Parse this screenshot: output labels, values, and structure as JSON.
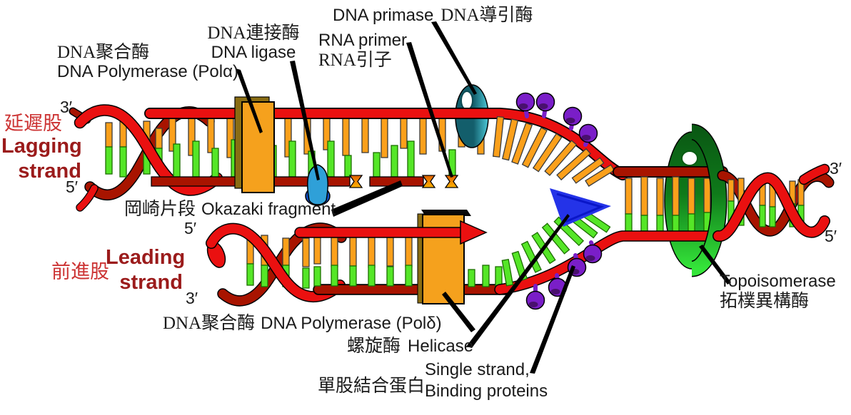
{
  "colors": {
    "background": "#FFFFFF",
    "bright-red": "#EA1010",
    "dark-red": "#A81400",
    "orange-bar": "#FBA01B",
    "orange-bar-stroke": "#3A3A3A",
    "green-bar": "#55E627",
    "green-bar-stroke": "#1C6E00",
    "enzyme-orange": "#F5A11D",
    "enzyme-shadow": "#8A6D13",
    "ligase-blue": "#2FA0D8",
    "ligase-dark-blue": "#1050C8",
    "primase-teal-dark": "#135E6B",
    "primase-teal-light": "#4CC8D8",
    "ssb-purple": "#7A1EC8",
    "ssb-purple-dark": "#49106E",
    "helicase-blue": "#2433E8",
    "helicase-blue-dark": "#0A16C8",
    "topo-green-dark": "#0A5A14",
    "topo-green-bright": "#35E53A",
    "label-black": "#1A1A1A",
    "label-red-zh": "#CC3333",
    "label-dark-red": "#9B1B1B",
    "pointer-black": "#000000"
  },
  "labels": {
    "pol_alpha": {
      "zh": "DNA聚合酶",
      "en": "DNA Polymerase (Polα)"
    },
    "dna_ligase": {
      "zh": "DNA連接酶",
      "en": "DNA ligase"
    },
    "dna_primase": {
      "en": "DNA primase",
      "zh": "DNA導引酶"
    },
    "rna_primer": {
      "en": "RNA primer",
      "zh": "RNA引子"
    },
    "lagging_strand": {
      "zh": "延遲股",
      "en_line1": "Lagging",
      "en_line2": "strand",
      "end_top": "3′",
      "end_bottom": "5′"
    },
    "okazaki_fragment": {
      "zh": "岡崎片段",
      "en": "Okazaki fragment"
    },
    "leading_strand": {
      "zh": "前進股",
      "en_line1": "Leading",
      "en_line2": "strand",
      "end_top": "5′",
      "end_bottom": "3′"
    },
    "pol_delta": {
      "zh": "DNA聚合酶",
      "en": "DNA Polymerase (Polδ)"
    },
    "helicase": {
      "zh": "螺旋酶",
      "en": "Helicase"
    },
    "ssb": {
      "zh": "單股結合蛋白",
      "en_line1": "Single strand,",
      "en_line2": "Binding proteins"
    },
    "topoisomerase": {
      "en": "Topoisomerase",
      "zh": "拓樸異構酶"
    },
    "parental_ends": {
      "top": "3′",
      "bottom": "5′"
    }
  }
}
